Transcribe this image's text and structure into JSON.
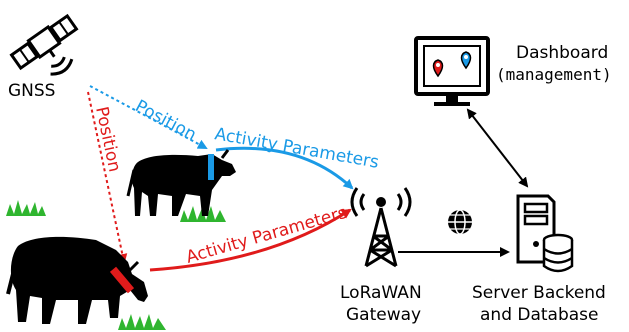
{
  "colors": {
    "blue": "#1a9ae6",
    "red": "#e01b1b",
    "grass": "#2fb52f",
    "black": "#000000",
    "pin_red": "#e01b1b",
    "pin_blue": "#1a9ae6"
  },
  "labels": {
    "gnss": "GNSS",
    "position_blue": "Position",
    "position_red": "Position",
    "activity_blue": "Activity Parameters",
    "activity_red": "Activity Parameters",
    "dashboard_line1": "Dashboard",
    "dashboard_line2": "(management)",
    "gateway_line1": "LoRaWAN",
    "gateway_line2": "Gateway",
    "server_line1": "Server Backend",
    "server_line2": "and Database"
  },
  "icons": {
    "satellite": "satellite-icon",
    "cow_top": "cow-icon",
    "cow_bottom": "cow-icon",
    "tower": "lorawan-tower-icon",
    "globe": "globe-icon",
    "server": "server-database-icon",
    "monitor": "monitor-map-icon"
  }
}
